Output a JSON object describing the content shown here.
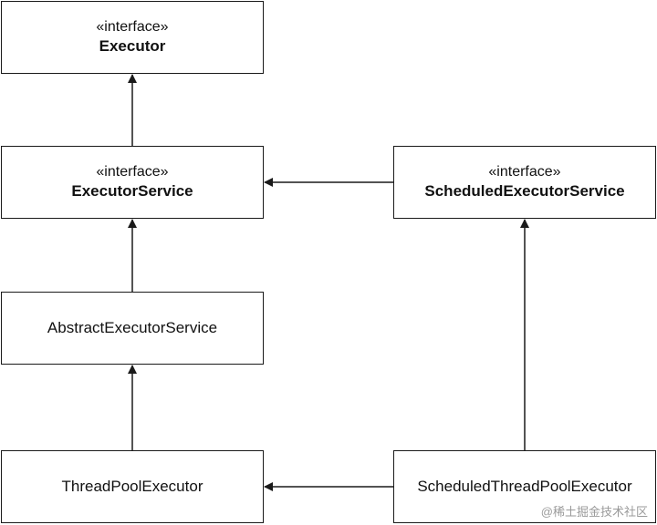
{
  "diagram": {
    "nodes": {
      "executor": {
        "stereotype": "«interface»",
        "name": "Executor"
      },
      "executor_service": {
        "stereotype": "«interface»",
        "name": "ExecutorService"
      },
      "scheduled_executor_service": {
        "stereotype": "«interface»",
        "name": "ScheduledExecutorService"
      },
      "abstract_executor_service": {
        "name": "AbstractExecutorService"
      },
      "thread_pool_executor": {
        "name": "ThreadPoolExecutor"
      },
      "scheduled_thread_pool_executor": {
        "name": "ScheduledThreadPoolExecutor"
      }
    },
    "edges": [
      {
        "from": "executor_service",
        "to": "executor"
      },
      {
        "from": "abstract_executor_service",
        "to": "executor_service"
      },
      {
        "from": "thread_pool_executor",
        "to": "abstract_executor_service"
      },
      {
        "from": "scheduled_executor_service",
        "to": "executor_service"
      },
      {
        "from": "scheduled_thread_pool_executor",
        "to": "scheduled_executor_service"
      },
      {
        "from": "scheduled_thread_pool_executor",
        "to": "thread_pool_executor"
      }
    ],
    "line_color": "#1a1a1a"
  },
  "watermark": {
    "text": "@稀土掘金技术社区"
  }
}
